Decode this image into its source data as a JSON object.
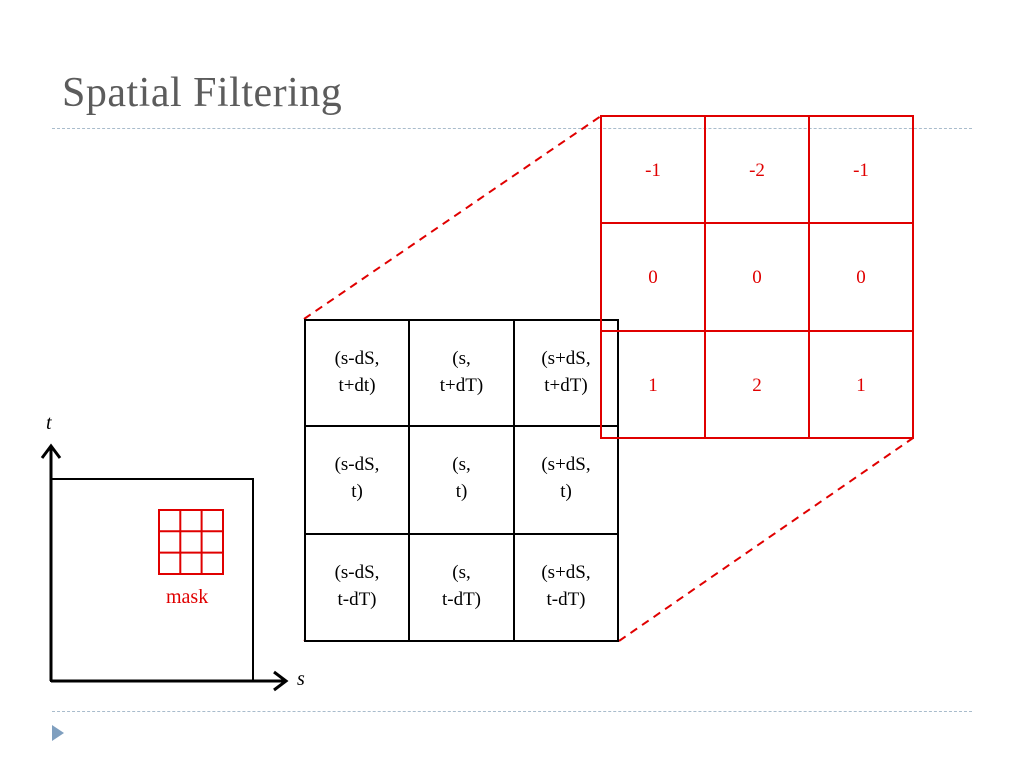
{
  "title": "Spatial Filtering",
  "image_grid": [
    [
      "(s-dS,\nt+dt)",
      "(s,\nt+dT)",
      "(s+dS,\nt+dT)"
    ],
    [
      "(s-dS,\nt)",
      "(s,\nt)",
      "(s+dS,\nt)"
    ],
    [
      "(s-dS,\nt-dT)",
      "(s,\nt-dT)",
      "(s+dS,\nt-dT)"
    ]
  ],
  "mask_grid": [
    [
      "-1",
      "-2",
      "-1"
    ],
    [
      "0",
      "0",
      "0"
    ],
    [
      "1",
      "2",
      "1"
    ]
  ],
  "labels": {
    "mask": "mask",
    "s_axis": "s",
    "t_axis": "t"
  },
  "colors": {
    "mask": "#e00000",
    "grid": "#000000",
    "title": "#5c5c5c"
  },
  "icons": {
    "bullet": "bullet-triangle-icon"
  }
}
